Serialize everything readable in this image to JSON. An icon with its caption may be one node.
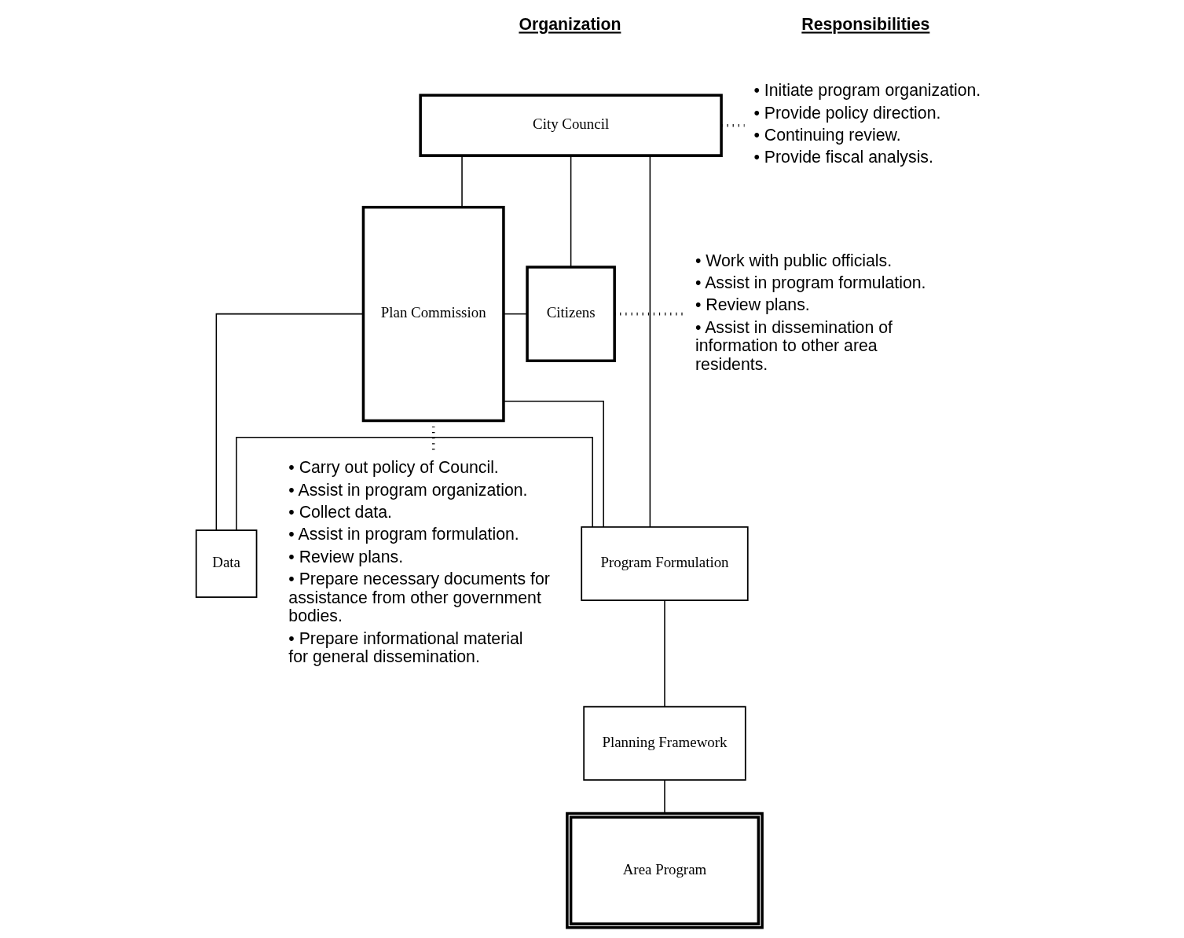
{
  "diagram": {
    "nodes": [
      {
        "text": [
          "City Council"
        ]
      },
      {
        "text": [
          "Plan Commission"
        ]
      },
      {
        "text": [
          "Citizens"
        ]
      },
      {
        "text": [
          "Data"
        ]
      },
      {
        "text": [
          "Program Formulation"
        ]
      },
      {
        "text": [
          "Planning Framework"
        ]
      },
      {
        "text": [
          "Area Program"
        ]
      },
      {
        "text": [
          "• Initiate program organization.",
          "• Provide policy direction.",
          "• Continuing review.",
          "• Provide fiscal analysis."
        ]
      },
      {
        "text": [
          "• Work with public officials.",
          "• Assist in program formulation.",
          "• Review plans.",
          "• Assist in dissemination of information to other area residents."
        ]
      },
      {
        "text": [
          "• Carry out policy of Council.",
          "• Assist in program organization.",
          "• Collect data.",
          "• Assist in program formulation.",
          "• Review plans.",
          "• Prepare necessary documents for assistance from other government bodies.",
          "• Prepare informational material for general dissemination."
        ]
      }
    ],
    "edges": [
      {
        "from": 0,
        "to": 1,
        "arrow": "none"
      },
      {
        "from": 0,
        "to": 2,
        "arrow": "none"
      },
      {
        "from": 0,
        "to": 4,
        "arrow": "none"
      },
      {
        "from": 1,
        "to": 2,
        "arrow": "none"
      },
      {
        "from": 1,
        "to": 3,
        "arrow": "none"
      },
      {
        "from": 1,
        "to": 4,
        "arrow": "none"
      },
      {
        "from": 3,
        "to": 4,
        "arrow": "none"
      },
      {
        "from": 4,
        "to": 5,
        "arrow": "none"
      },
      {
        "from": 5,
        "to": 6,
        "arrow": "none"
      },
      {
        "from": 0,
        "to": 7,
        "arrow": "none",
        "style": "dashed"
      },
      {
        "from": 2,
        "to": 8,
        "arrow": "none",
        "style": "dashed"
      },
      {
        "from": 1,
        "to": 9,
        "arrow": "none",
        "style": "dashed"
      }
    ],
    "labels": [
      "Organization",
      "Responsibilities"
    ]
  }
}
